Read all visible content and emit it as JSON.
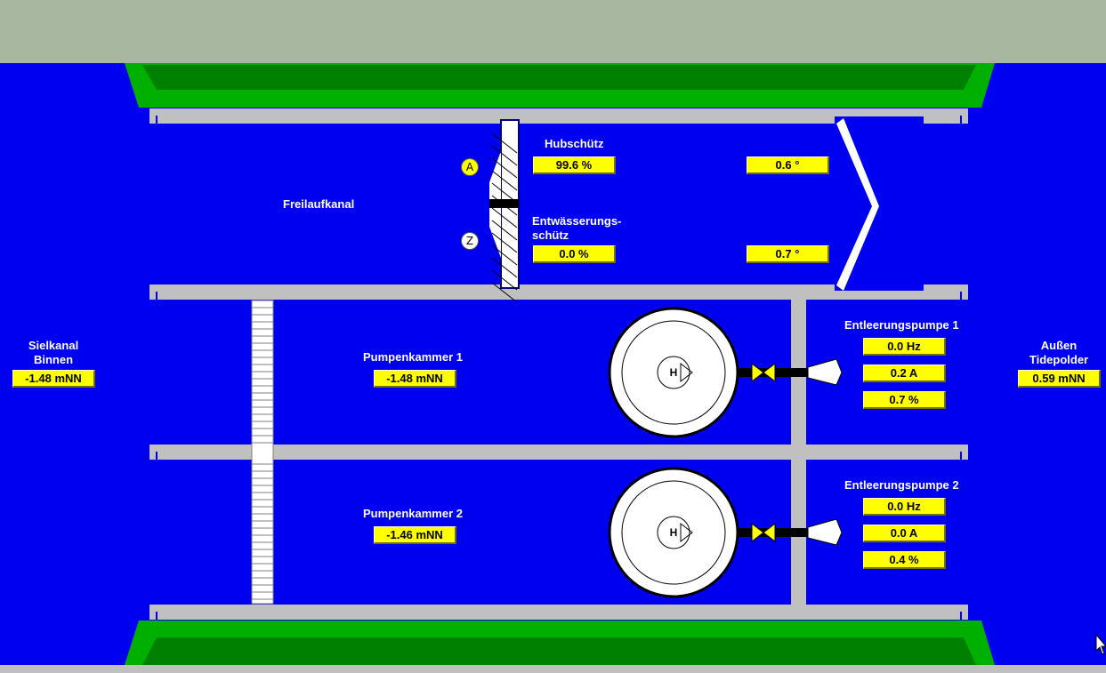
{
  "channel": {
    "freilaufkanal_label": "Freilaufkanal",
    "hubschuetz_label": "Hubschütz",
    "hubschuetz_value": "99.6 %",
    "entwaesserung_label_1": "Entwässerungs-",
    "entwaesserung_label_2": "schütz",
    "entwaesserung_value": "0.0 %",
    "angle_upper": "0.6 °",
    "angle_lower": "0.7 °",
    "marker_a": "A",
    "marker_z": "Z"
  },
  "sielkanal": {
    "label_1": "Sielkanal",
    "label_2": "Binnen",
    "value": "-1.48 mNN"
  },
  "aussen": {
    "label_1": "Außen",
    "label_2": "Tidepolder",
    "value": "0.59 mNN"
  },
  "pumpenkammer_1": {
    "label": "Pumpenkammer 1",
    "value": "-1.48 mNN"
  },
  "pumpenkammer_2": {
    "label": "Pumpenkammer 2",
    "value": "-1.46 mNN"
  },
  "pump_1": {
    "label": "Entleerungspumpe 1",
    "frequency": "0.0 Hz",
    "current": "0.2 A",
    "percent": "0.7 %",
    "symbol": "H"
  },
  "pump_2": {
    "label": "Entleerungspumpe 2",
    "frequency": "0.0 Hz",
    "current": "0.0 A",
    "percent": "0.4 %",
    "symbol": "H"
  },
  "colors": {
    "water": "#0000f0",
    "wall": "#c0c0c0",
    "dam_green": "#00b000",
    "dam_dark": "#008000",
    "titlebar": "#a8b8a0",
    "display": "#ffff00"
  }
}
